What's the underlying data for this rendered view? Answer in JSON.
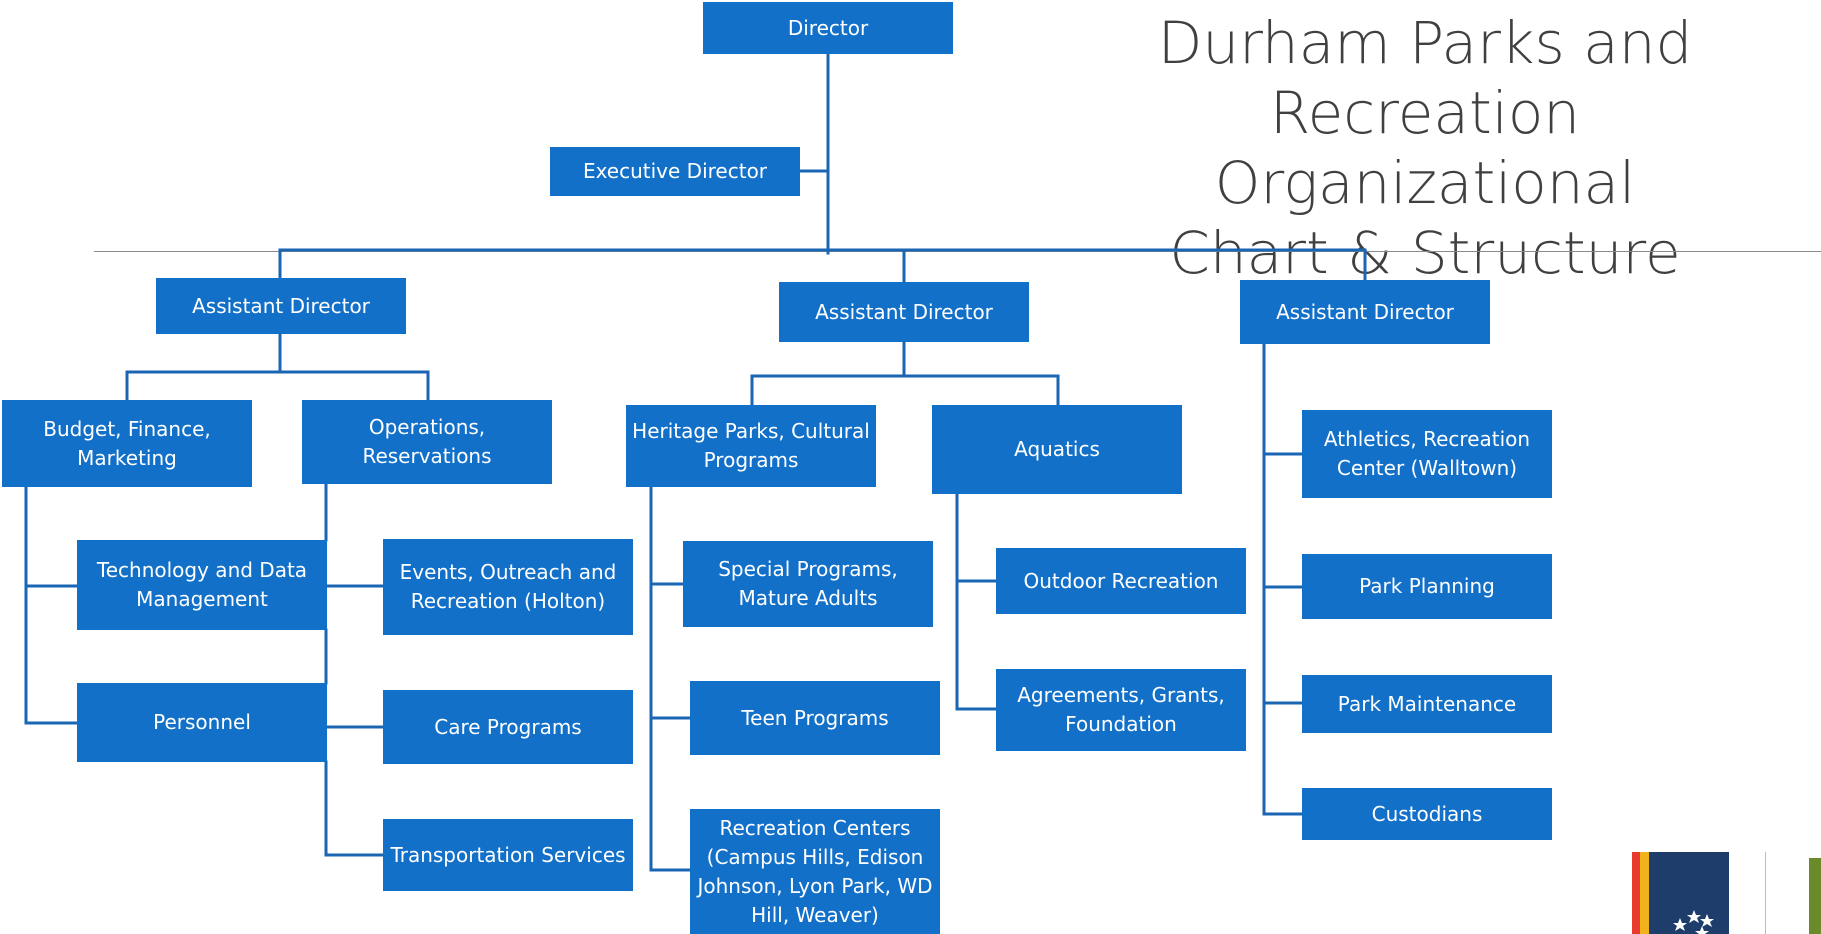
{
  "title": {
    "line1": "Durham Parks and",
    "line2": "Recreation Organizational",
    "line3": "Chart & Structure"
  },
  "nodes": {
    "director": "Director",
    "executive_director": "Executive Director",
    "assistant_director_1": "Assistant Director",
    "assistant_director_2": "Assistant Director",
    "assistant_director_3": "Assistant Director",
    "budget_finance_marketing": "Budget, Finance, Marketing",
    "operations_reservations": "Operations, Reservations",
    "technology_data_management": "Technology and Data Management",
    "personnel": "Personnel",
    "events_outreach_recreation": "Events, Outreach and Recreation (Holton)",
    "care_programs": "Care Programs",
    "transportation_services": "Transportation Services",
    "heritage_parks_cultural_programs": "Heritage Parks, Cultural Programs",
    "aquatics": "Aquatics",
    "special_programs_mature_adults": "Special Programs, Mature Adults",
    "teen_programs": "Teen Programs",
    "recreation_centers": "Recreation Centers (Campus Hills, Edison Johnson, Lyon Park, WD Hill, Weaver)",
    "outdoor_recreation": "Outdoor Recreation",
    "agreements_grants_foundation": "Agreements, Grants, Foundation",
    "athletics_recreation_center": "Athletics, Recreation Center (Walltown)",
    "park_planning": "Park Planning",
    "park_maintenance": "Park Maintenance",
    "custodians": "Custodians"
  },
  "colors": {
    "box_fill": "#1270c9",
    "box_text": "#ffffff",
    "connector": "#1a66b4",
    "title_text": "#404040"
  }
}
